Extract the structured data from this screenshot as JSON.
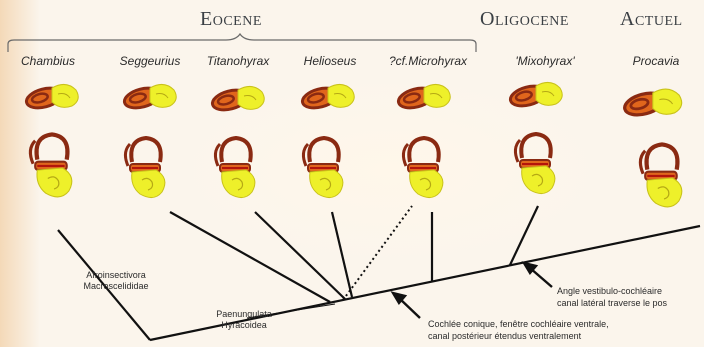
{
  "epochs": {
    "eocene": "Eocene",
    "oligocene": "Oligocene",
    "actuel": "Actuel"
  },
  "taxa": [
    {
      "name": "Chambius"
    },
    {
      "name": "Seggeurius"
    },
    {
      "name": "Titanohyrax"
    },
    {
      "name": "Helioseus"
    },
    {
      "name": "?cf.Microhyrax"
    },
    {
      "name": "'Mixohyrax'"
    },
    {
      "name": "Procavia"
    }
  ],
  "node_labels": {
    "afro_line1": "Afroinsectivora",
    "afro_line2": "Macroscelididae",
    "paen_line1": "Paenungulata",
    "paen_line2": "Hyracoidea"
  },
  "annotations": {
    "angle_line1": "Angle vestibulo-cochléaire",
    "angle_line2": "canal latéral traverse le pos",
    "cochlea_line1": "Cochlée conique,  fenêtre cochléaire ventrale,",
    "cochlea_line2": "canal postérieur étendus ventralement"
  },
  "colors": {
    "canal_orange": "#e0661c",
    "canal_dark": "#8a2a12",
    "cochlea_yellow": "#eef02a",
    "tree_line": "#111111"
  }
}
